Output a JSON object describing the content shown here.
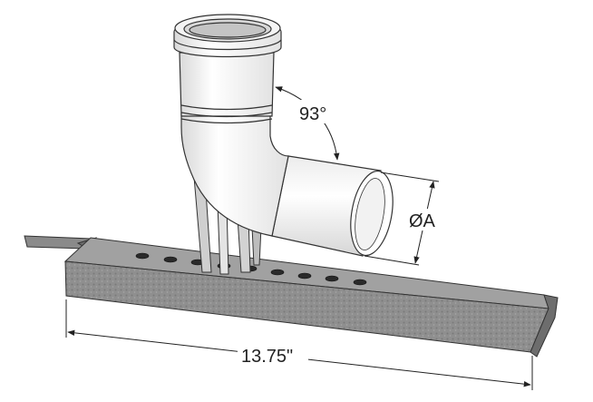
{
  "dimensions": {
    "angle_label": "93°",
    "diameter_label": "ØA",
    "length_label": "13.75\""
  },
  "colors": {
    "pipe_fill": "#f7f7f7",
    "pipe_shade": "#dcdcdc",
    "outline": "#333333",
    "bracket_metal": "#8e8e8e",
    "bracket_dark": "#5c5c5c",
    "hole": "#2a2a2a"
  }
}
